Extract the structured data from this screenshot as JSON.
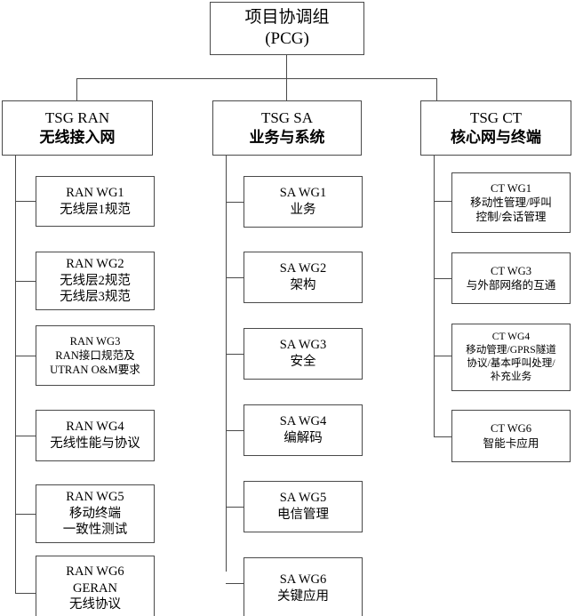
{
  "diagram": {
    "title_root": {
      "lines": [
        "项目协调组",
        "(PCG)"
      ]
    },
    "tsg_groups": [
      {
        "id": "tsg-ran",
        "lines": [
          "TSG RAN",
          "无线接入网"
        ],
        "children": [
          {
            "id": "ran-wg1",
            "lines": [
              "RAN WG1",
              "无线层1规范"
            ]
          },
          {
            "id": "ran-wg2",
            "lines": [
              "RAN WG2",
              "无线层2规范",
              "无线层3规范"
            ]
          },
          {
            "id": "ran-wg3",
            "lines": [
              "RAN WG3",
              "RAN接口规范及",
              "UTRAN O&M要求"
            ]
          },
          {
            "id": "ran-wg4",
            "lines": [
              "RAN WG4",
              "无线性能与协议"
            ]
          },
          {
            "id": "ran-wg5",
            "lines": [
              "RAN WG5",
              "移动终端",
              "一致性测试"
            ]
          },
          {
            "id": "ran-wg6",
            "lines": [
              "RAN WG6",
              "GERAN",
              "无线协议"
            ]
          }
        ]
      },
      {
        "id": "tsg-sa",
        "lines": [
          "TSG SA",
          "业务与系统"
        ],
        "children": [
          {
            "id": "sa-wg1",
            "lines": [
              "SA WG1",
              "业务"
            ]
          },
          {
            "id": "sa-wg2",
            "lines": [
              "SA WG2",
              "架构"
            ]
          },
          {
            "id": "sa-wg3",
            "lines": [
              "SA WG3",
              "安全"
            ]
          },
          {
            "id": "sa-wg4",
            "lines": [
              "SA WG4",
              "编解码"
            ]
          },
          {
            "id": "sa-wg5",
            "lines": [
              "SA WG5",
              "电信管理"
            ]
          },
          {
            "id": "sa-wg6",
            "lines": [
              "SA WG6",
              "关键应用"
            ]
          }
        ]
      },
      {
        "id": "tsg-ct",
        "lines": [
          "TSG CT",
          "核心网与终端"
        ],
        "children": [
          {
            "id": "ct-wg1",
            "lines": [
              "CT WG1",
              "移动性管理/呼叫",
              "控制/会话管理"
            ]
          },
          {
            "id": "ct-wg3",
            "lines": [
              "CT WG3",
              "与外部网络的互通"
            ]
          },
          {
            "id": "ct-wg4",
            "lines": [
              "CT WG4",
              "移动管理/GPRS隧道",
              "协议/基本呼叫处理/",
              "补充业务"
            ]
          },
          {
            "id": "ct-wg6",
            "lines": [
              "CT WG6",
              "智能卡应用"
            ]
          }
        ]
      }
    ],
    "colors": {
      "border": "#4a4a4a",
      "background": "#ffffff",
      "text": "#000000"
    }
  }
}
